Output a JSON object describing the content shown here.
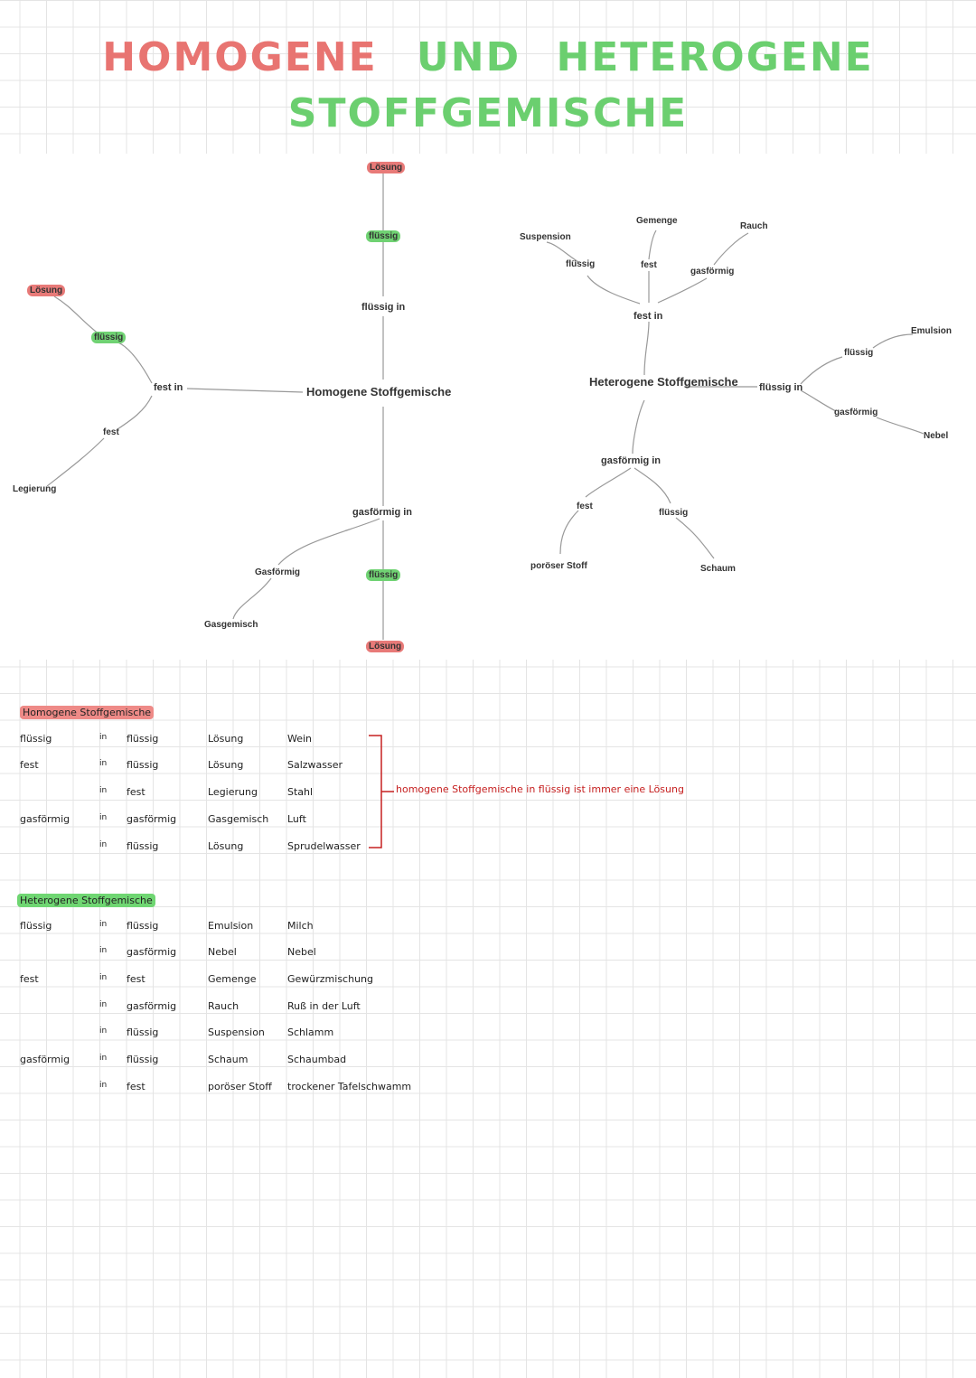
{
  "title": {
    "word1": "HOMOGENE",
    "word2": "UND",
    "word3": "HETEROGENE",
    "word4": "STOFFGEMISCHE",
    "script1": "homogene",
    "script2": "und",
    "script3": "heterogene",
    "script4": "stoffgemische"
  },
  "mindmap": {
    "homogen": {
      "center": "Homogene Stoffgemische",
      "up": {
        "label": "flüssig in",
        "mid": "flüssig",
        "leaf": "Lösung"
      },
      "down": {
        "label": "gasförmig in",
        "mid_a": "flüssig",
        "leaf_a": "Lösung",
        "mid_b": "Gasförmig",
        "leaf_b": "Gasgemisch"
      },
      "left": {
        "label": "fest in",
        "mid_a": "flüssig",
        "leaf_a": "Lösung",
        "mid_b": "fest",
        "leaf_b": "Legierung"
      }
    },
    "heterogen": {
      "center": "Heterogene Stoffgemische",
      "up": {
        "label": "fest in",
        "mid_a": "flüssig",
        "leaf_a": "Suspension",
        "mid_b": "fest",
        "leaf_b": "Gemenge",
        "mid_c": "gasförmig",
        "leaf_c": "Rauch"
      },
      "right": {
        "label": "flüssig in",
        "mid_a": "flüssig",
        "leaf_a": "Emulsion",
        "mid_b": "gasförmig",
        "leaf_b": "Nebel"
      },
      "down": {
        "label": "gasförmig in",
        "mid_a": "fest",
        "leaf_a": "poröser Stoff",
        "mid_b": "flüssig",
        "leaf_b": "Schaum"
      }
    }
  },
  "notes": {
    "homogen_heading": "Homogene Stoffgemische",
    "homogen_rows": [
      {
        "a": "flüssig",
        "in": "in",
        "b": "flüssig",
        "c": "Lösung",
        "d": "Wein"
      },
      {
        "a": "fest",
        "in": "in",
        "b": "flüssig",
        "c": "Lösung",
        "d": "Salzwasser"
      },
      {
        "a": "",
        "in": "in",
        "b": "fest",
        "c": "Legierung",
        "d": "Stahl"
      },
      {
        "a": "gasförmig",
        "in": "in",
        "b": "gasförmig",
        "c": "Gasgemisch",
        "d": "Luft"
      },
      {
        "a": "",
        "in": "in",
        "b": "flüssig",
        "c": "Lösung",
        "d": "Sprudelwasser"
      }
    ],
    "bracket_note": "homogene Stoffgemische in flüssig ist immer eine Lösung",
    "heterogen_heading": "Heterogene Stoffgemische",
    "heterogen_rows": [
      {
        "a": "flüssig",
        "in": "in",
        "b": "flüssig",
        "c": "Emulsion",
        "d": "Milch"
      },
      {
        "a": "",
        "in": "in",
        "b": "gasförmig",
        "c": "Nebel",
        "d": "Nebel"
      },
      {
        "a": "fest",
        "in": "in",
        "b": "fest",
        "c": "Gemenge",
        "d": "Gewürzmischung"
      },
      {
        "a": "",
        "in": "in",
        "b": "gasförmig",
        "c": "Rauch",
        "d": "Ruß in der Luft"
      },
      {
        "a": "",
        "in": "in",
        "b": "flüssig",
        "c": "Suspension",
        "d": "Schlamm"
      },
      {
        "a": "gasförmig",
        "in": "in",
        "b": "flüssig",
        "c": "Schaum",
        "d": "Schaumbad"
      },
      {
        "a": "",
        "in": "in",
        "b": "fest",
        "c": "poröser Stoff",
        "d": "trockener Tafelschwamm"
      }
    ]
  },
  "colors": {
    "red": "#e87a78",
    "green": "#70d273",
    "note_red": "#c62020"
  }
}
